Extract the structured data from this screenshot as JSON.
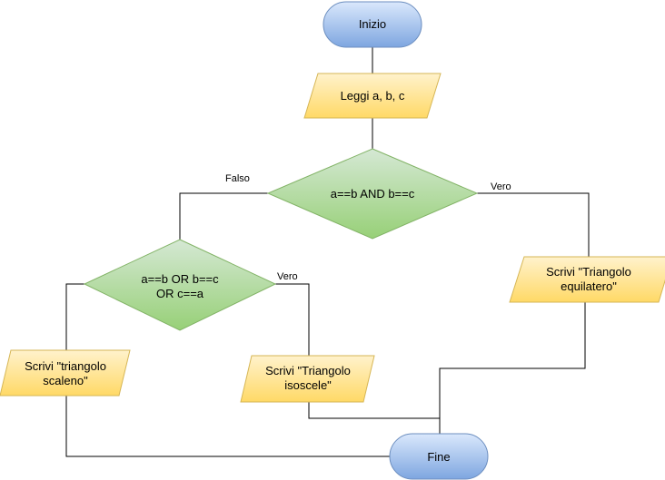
{
  "colors": {
    "terminal_fill_top": "#dae8fc",
    "terminal_fill_bottom": "#7ea6e0",
    "terminal_stroke": "#6c8ebf",
    "io_fill_top": "#fff2cc",
    "io_fill_bottom": "#ffd966",
    "io_stroke": "#d6b656",
    "decision_fill_top": "#d5e8d4",
    "decision_fill_bottom": "#97d077",
    "decision_stroke": "#82b366"
  },
  "nodes": {
    "start": {
      "text": "Inizio"
    },
    "read_input": {
      "text": "Leggi a, b, c"
    },
    "decision_equilateral": {
      "text": "a==b AND b==c"
    },
    "decision_isosceles": {
      "line1": "a==b OR b==c",
      "line2": "OR c==a"
    },
    "out_equilateral": {
      "line1": "Scrivi \"Triangolo",
      "line2": "equilatero\""
    },
    "out_isosceles": {
      "line1": "Scrivi \"Triangolo",
      "line2": "isoscele\""
    },
    "out_scalene": {
      "line1": "Scrivi \"triangolo",
      "line2": "scaleno\""
    },
    "end": {
      "text": "Fine"
    }
  },
  "edge_labels": {
    "false_1": "Falso",
    "true_1": "Vero",
    "true_2": "Vero"
  }
}
